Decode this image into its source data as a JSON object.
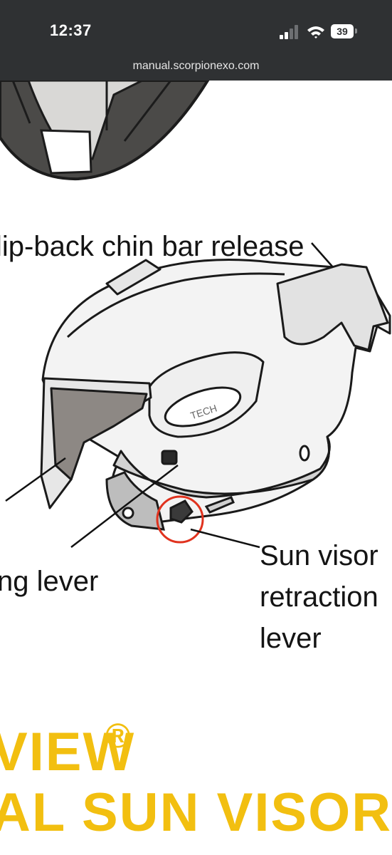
{
  "status_bar": {
    "time": "12:37",
    "battery_level": "39",
    "url": "manual.scorpionexo.com"
  },
  "diagram": {
    "label_chin_release": "lip-back chin bar release",
    "label_lever_partial": "ng lever",
    "label_sun_visor": "Sun visor retraction lever",
    "helmet_logo_text": "TECH",
    "highlight_color": "#e0321e"
  },
  "headline": {
    "line1": "VIEW",
    "registered": "®",
    "line2": "AL SUN VISOR",
    "color": "#f2bf10"
  },
  "icons": [
    "signal-icon",
    "wifi-icon",
    "battery-icon"
  ]
}
